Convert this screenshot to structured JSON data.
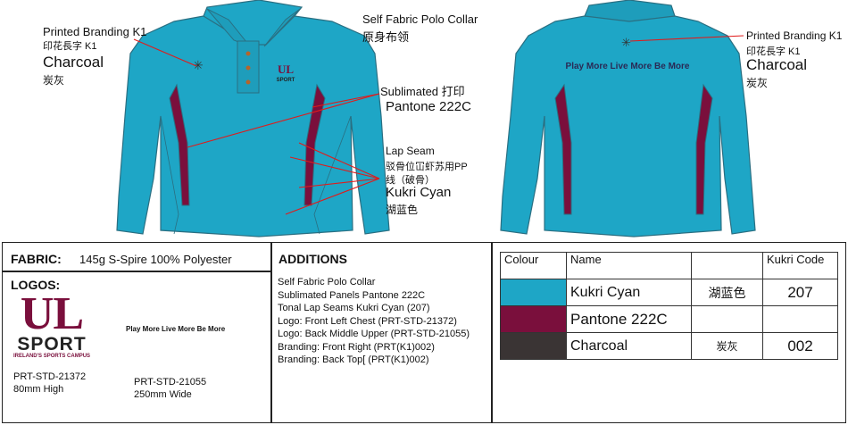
{
  "colors": {
    "cyan": "#1ea6c6",
    "maroon": "#7a0f3c",
    "charcoal": "#3a3434",
    "outline": "#2a6f82"
  },
  "front_labels": {
    "branding_en": "Printed Branding",
    "branding_code": "K1",
    "branding_cn": "印花長字 K1",
    "branding_colour": "Charcoal",
    "branding_colour_cn": "炭灰",
    "collar_en": "Self Fabric Polo Collar",
    "collar_cn": "原身布领",
    "sublimated_en": "Sublimated",
    "sublimated_cn": "打印",
    "sublimated_colour": "Pantone 222C",
    "lapseam_en": "Lap Seam",
    "lapseam_cn1": "驳骨位冚虾苏用PP",
    "lapseam_cn2": "线（破骨）",
    "lapseam_colour": "Kukri Cyan",
    "lapseam_colour_cn": "湖蓝色"
  },
  "back_labels": {
    "branding_en": "Printed Branding",
    "branding_code": "K1",
    "branding_cn": "印花長字 K1",
    "branding_colour": "Charcoal",
    "branding_colour_cn": "炭灰",
    "back_print": "Play More Live More Be More"
  },
  "chest_logo": {
    "top": "UL",
    "bottom": "SPORT"
  },
  "fabric": {
    "label": "FABRIC:",
    "value": "145g S-Spire 100% Polyester"
  },
  "logos": {
    "label": "LOGOS:",
    "ul_top": "UL",
    "ul_bottom": "SPORT",
    "ul_tagline": "IRELAND'S SPORTS CAMPUS",
    "ul_code": "PRT-STD-21372",
    "ul_size": "80mm High",
    "slogan": "Play More Live More Be More",
    "slogan_code": "PRT-STD-21055",
    "slogan_size": "250mm Wide"
  },
  "additions": {
    "title": "ADDITIONS",
    "lines": [
      "Self Fabric Polo Collar",
      "Sublimated Panels Pantone 222C",
      "Tonal Lap Seams Kukri Cyan (207)",
      "Logo: Front Left Chest (PRT-STD-21372)",
      "Logo: Back Middle Upper (PRT-STD-21055)",
      "Branding: Front Right (PRT(K1)002)",
      "Branding: Back Top[ (PRT(K1)002)"
    ]
  },
  "colour_table": {
    "headers": [
      "Colour",
      "Name",
      "",
      "Kukri Code"
    ],
    "rows": [
      {
        "swatch": "#1ea6c6",
        "name": "Kukri Cyan",
        "cn": "湖蓝色",
        "code": "207"
      },
      {
        "swatch": "#7a0f3c",
        "name": "Pantone 222C",
        "cn": "",
        "code": ""
      },
      {
        "swatch": "#3a3434",
        "name": "Charcoal",
        "cn": "炭灰",
        "code": "002"
      }
    ]
  }
}
